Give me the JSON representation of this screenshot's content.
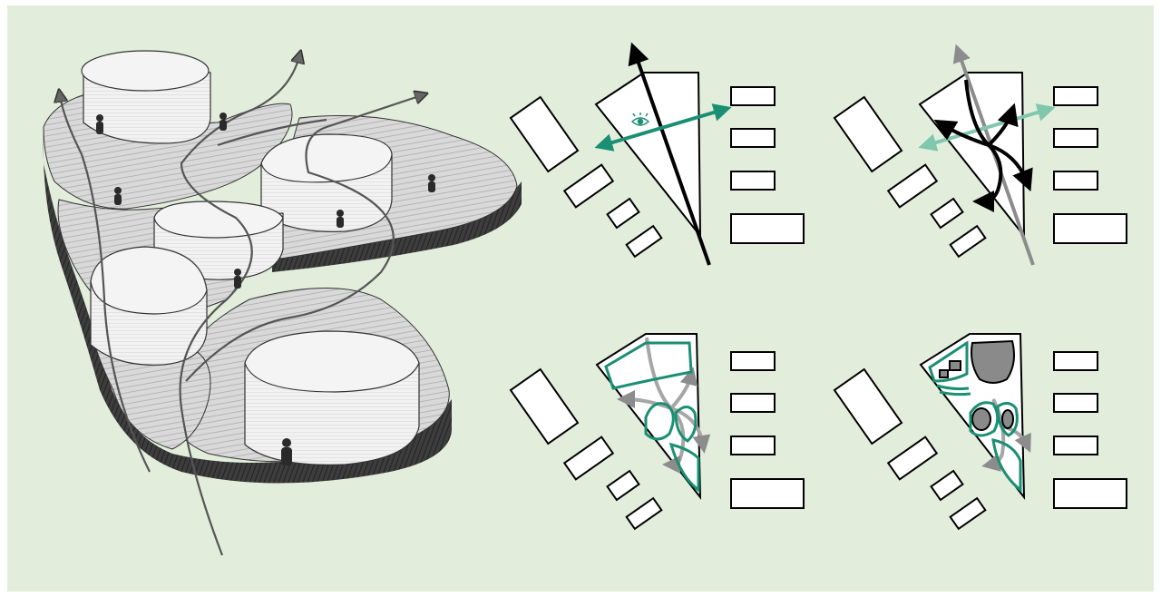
{
  "colors": {
    "background": "#e2eedb",
    "accent_green": "#1a8f73",
    "light_green": "#7fc7ad",
    "grey_path": "#8c8c8c",
    "dark_fill": "#8a8a8a",
    "sketch_top": "#dcdcdc",
    "sketch_side": "#4a4a4a",
    "outline": "#000000"
  },
  "icons": {
    "view_marker": "eye-icon",
    "flow_arrow": "arrowhead-icon",
    "person": "person-figure-icon"
  },
  "sketch": {
    "building_count": 5,
    "person_count": 7,
    "path_count": 4
  },
  "diagrams": [
    {
      "id": "view-axis",
      "shows_eye": true,
      "paths": "black-axis-with-green-view-arrow"
    },
    {
      "id": "pedestrian-flows",
      "shows_eye": false,
      "paths": "grey-axis-with-black-branching-flows"
    },
    {
      "id": "zones",
      "shows_eye": false,
      "paths": "green-outlined-zones-over-grey-flows"
    },
    {
      "id": "program",
      "shows_eye": false,
      "paths": "grey-filled-volumes-with-green-zones"
    }
  ]
}
